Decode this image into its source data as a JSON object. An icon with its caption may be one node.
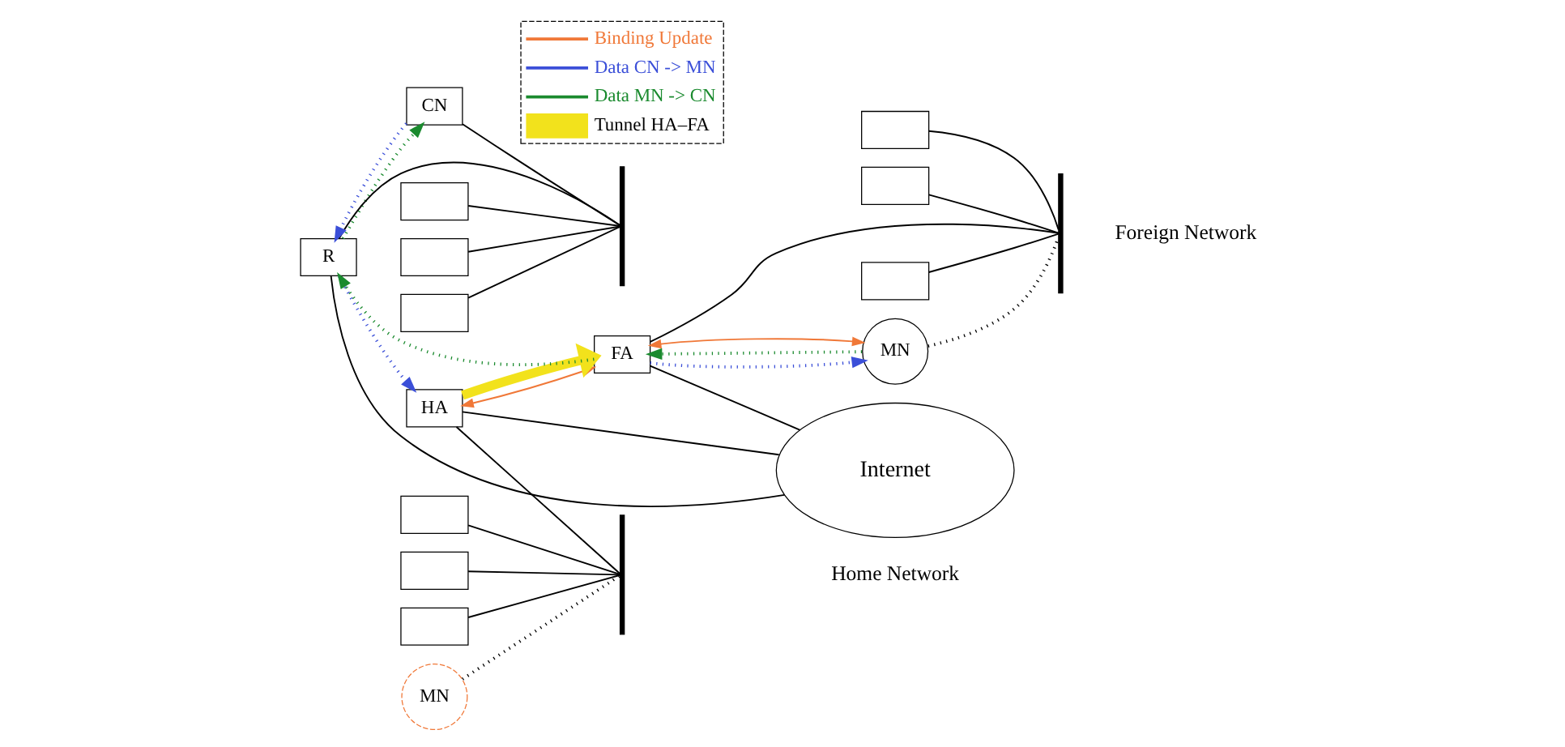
{
  "diagram": {
    "nodes": [
      {
        "text": [
          "Internet"
        ]
      },
      {
        "text": [],
        "shape": "box"
      },
      {
        "text": [],
        "shape": "box"
      },
      {
        "text": [],
        "shape": "box"
      },
      {
        "text": [
          "R"
        ]
      },
      {
        "text": [
          "CN"
        ]
      },
      {
        "text": [],
        "shape": "bar"
      },
      {
        "text": [
          "HA"
        ]
      },
      {
        "text": [],
        "shape": "box"
      },
      {
        "text": [],
        "shape": "box"
      },
      {
        "text": [],
        "shape": "box"
      },
      {
        "text": [],
        "shape": "bar"
      },
      {
        "text": [
          "MN"
        ]
      },
      {
        "text": [
          "FA"
        ]
      },
      {
        "text": [],
        "shape": "bar"
      },
      {
        "text": [],
        "shape": "box"
      },
      {
        "text": [],
        "shape": "box"
      },
      {
        "text": [],
        "shape": "box"
      },
      {
        "text": [
          "MN"
        ]
      }
    ],
    "edges": [
      {
        "from": 1,
        "to": 6,
        "arrow": "none"
      },
      {
        "from": 2,
        "to": 6,
        "arrow": "none"
      },
      {
        "from": 3,
        "to": 6,
        "arrow": "none"
      },
      {
        "from": 4,
        "to": 6,
        "arrow": "none"
      },
      {
        "from": 5,
        "to": 6,
        "arrow": "none"
      },
      {
        "from": 4,
        "to": 0,
        "arrow": "none"
      },
      {
        "from": 7,
        "to": 0,
        "arrow": "none"
      },
      {
        "from": 13,
        "to": 0,
        "arrow": "none"
      },
      {
        "from": 7,
        "to": 11,
        "arrow": "none"
      },
      {
        "from": 8,
        "to": 11,
        "arrow": "none"
      },
      {
        "from": 9,
        "to": 11,
        "arrow": "none"
      },
      {
        "from": 10,
        "to": 11,
        "arrow": "none"
      },
      {
        "from": 12,
        "to": 11,
        "arrow": "none",
        "style": "dashed"
      },
      {
        "from": 13,
        "to": 14,
        "arrow": "none"
      },
      {
        "from": 15,
        "to": 14,
        "arrow": "none"
      },
      {
        "from": 16,
        "to": 14,
        "arrow": "none"
      },
      {
        "from": 17,
        "to": 14,
        "arrow": "none"
      },
      {
        "from": 18,
        "to": 14,
        "arrow": "none",
        "style": "dashed"
      },
      {
        "from": 5,
        "to": 4,
        "arrow": "to",
        "style": "dashed",
        "color": "#3b4fd8"
      },
      {
        "from": 4,
        "to": 5,
        "arrow": "to",
        "style": "dashed",
        "color": "#1a8a2e"
      },
      {
        "from": 4,
        "to": 7,
        "arrow": "to",
        "style": "dashed",
        "color": "#3b4fd8"
      },
      {
        "from": 13,
        "to": 4,
        "arrow": "to",
        "style": "dashed",
        "color": "#1a8a2e"
      },
      {
        "from": 7,
        "to": 13,
        "arrow": "both",
        "color": "#f07838"
      },
      {
        "from": 7,
        "to": 13,
        "arrow": "to",
        "style": "thick",
        "color": "#f2e21c"
      },
      {
        "from": 13,
        "to": 18,
        "arrow": "to",
        "style": "dashed",
        "color": "#3b4fd8"
      },
      {
        "from": 18,
        "to": 13,
        "arrow": "to",
        "style": "dashed",
        "color": "#1a8a2e"
      },
      {
        "from": 13,
        "to": 18,
        "arrow": "both",
        "color": "#f07838"
      }
    ],
    "labels": [
      "Home Network",
      "Foreign Network"
    ],
    "legend": [
      {
        "text": "Binding Update"
      },
      {
        "text": "Data CN -> MN"
      },
      {
        "text": "Data MN -> CN"
      },
      {
        "text": "Tunnel HA–FA",
        "color": "#f2e21c"
      }
    ]
  }
}
